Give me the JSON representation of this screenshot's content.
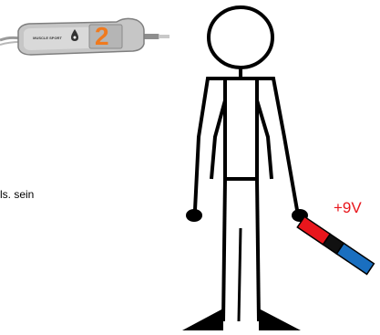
{
  "device": {
    "brand_text": "MUSCLE SPORT",
    "display_value": "2",
    "display_color": "#f07a1e",
    "icon": "drop-icon"
  },
  "annotation": {
    "cut_text": "ls. sein"
  },
  "battery": {
    "voltage_label": "+9V",
    "voltage_color": "#e8161c",
    "positive_color": "#e8161c",
    "negative_color": "#1a6fc0",
    "band_color": "#111111"
  },
  "figure": {
    "stroke_color": "#000000"
  }
}
